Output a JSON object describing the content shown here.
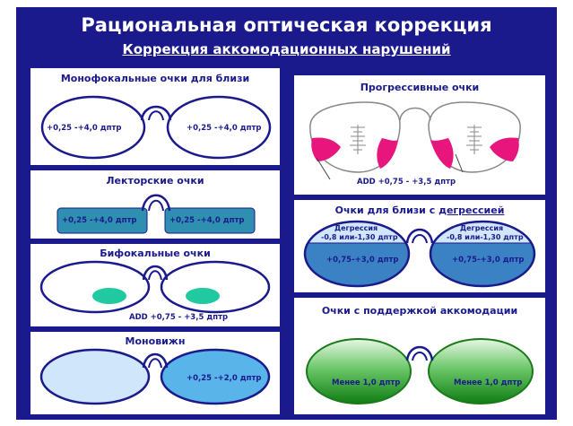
{
  "slide": {
    "title": "Рациональная оптическая коррекция",
    "subtitle": "Коррекция аккомодационных нарушений"
  },
  "panels": {
    "mono": {
      "title": "Монофокальные очки для близи",
      "left": "+0,25 -+4,0 дптр",
      "right": "+0,25 -+4,0 дптр"
    },
    "lecture": {
      "title": "Лекторские очки",
      "left": "+0,25 -+4,0 дптр",
      "right": "+0,25 -+4,0 дптр"
    },
    "bifocal": {
      "title": "Бифокальные очки",
      "add": "ADD +0,75 - +3,5 дптр"
    },
    "monovision": {
      "title": "Моновижн",
      "right": "+0,25 -+2,0 дптр"
    },
    "progressive": {
      "title": "Прогрессивные очки",
      "add": "ADD +0,75 - +3,5 дптр"
    },
    "degression": {
      "title_prefix": "Очки для близи с ",
      "title_underlined": "дегрессией",
      "left_top_1": "Дегрессия",
      "left_top_2": "-0,8 или-1,30 дптр",
      "right_top_1": "Дегрессия",
      "right_top_2": "-0,8 или-1,30 дптр",
      "left_bottom": "+0,75-+3,0 дптр",
      "right_bottom": "+0,75-+3,0 дптр"
    },
    "support": {
      "title": "Очки с поддержкой аккомодации",
      "left": "Менее 1,0 дптр",
      "right": "Менее 1,0 дптр"
    }
  },
  "colors": {
    "navy": "#1b1a8c",
    "teal_lens": "#2f8fb0",
    "mint": "#20c9a0",
    "light_blue": "#cfe6fb",
    "mid_blue": "#59b4ea",
    "magenta": "#e8157c",
    "green": "#1a9a1a"
  }
}
